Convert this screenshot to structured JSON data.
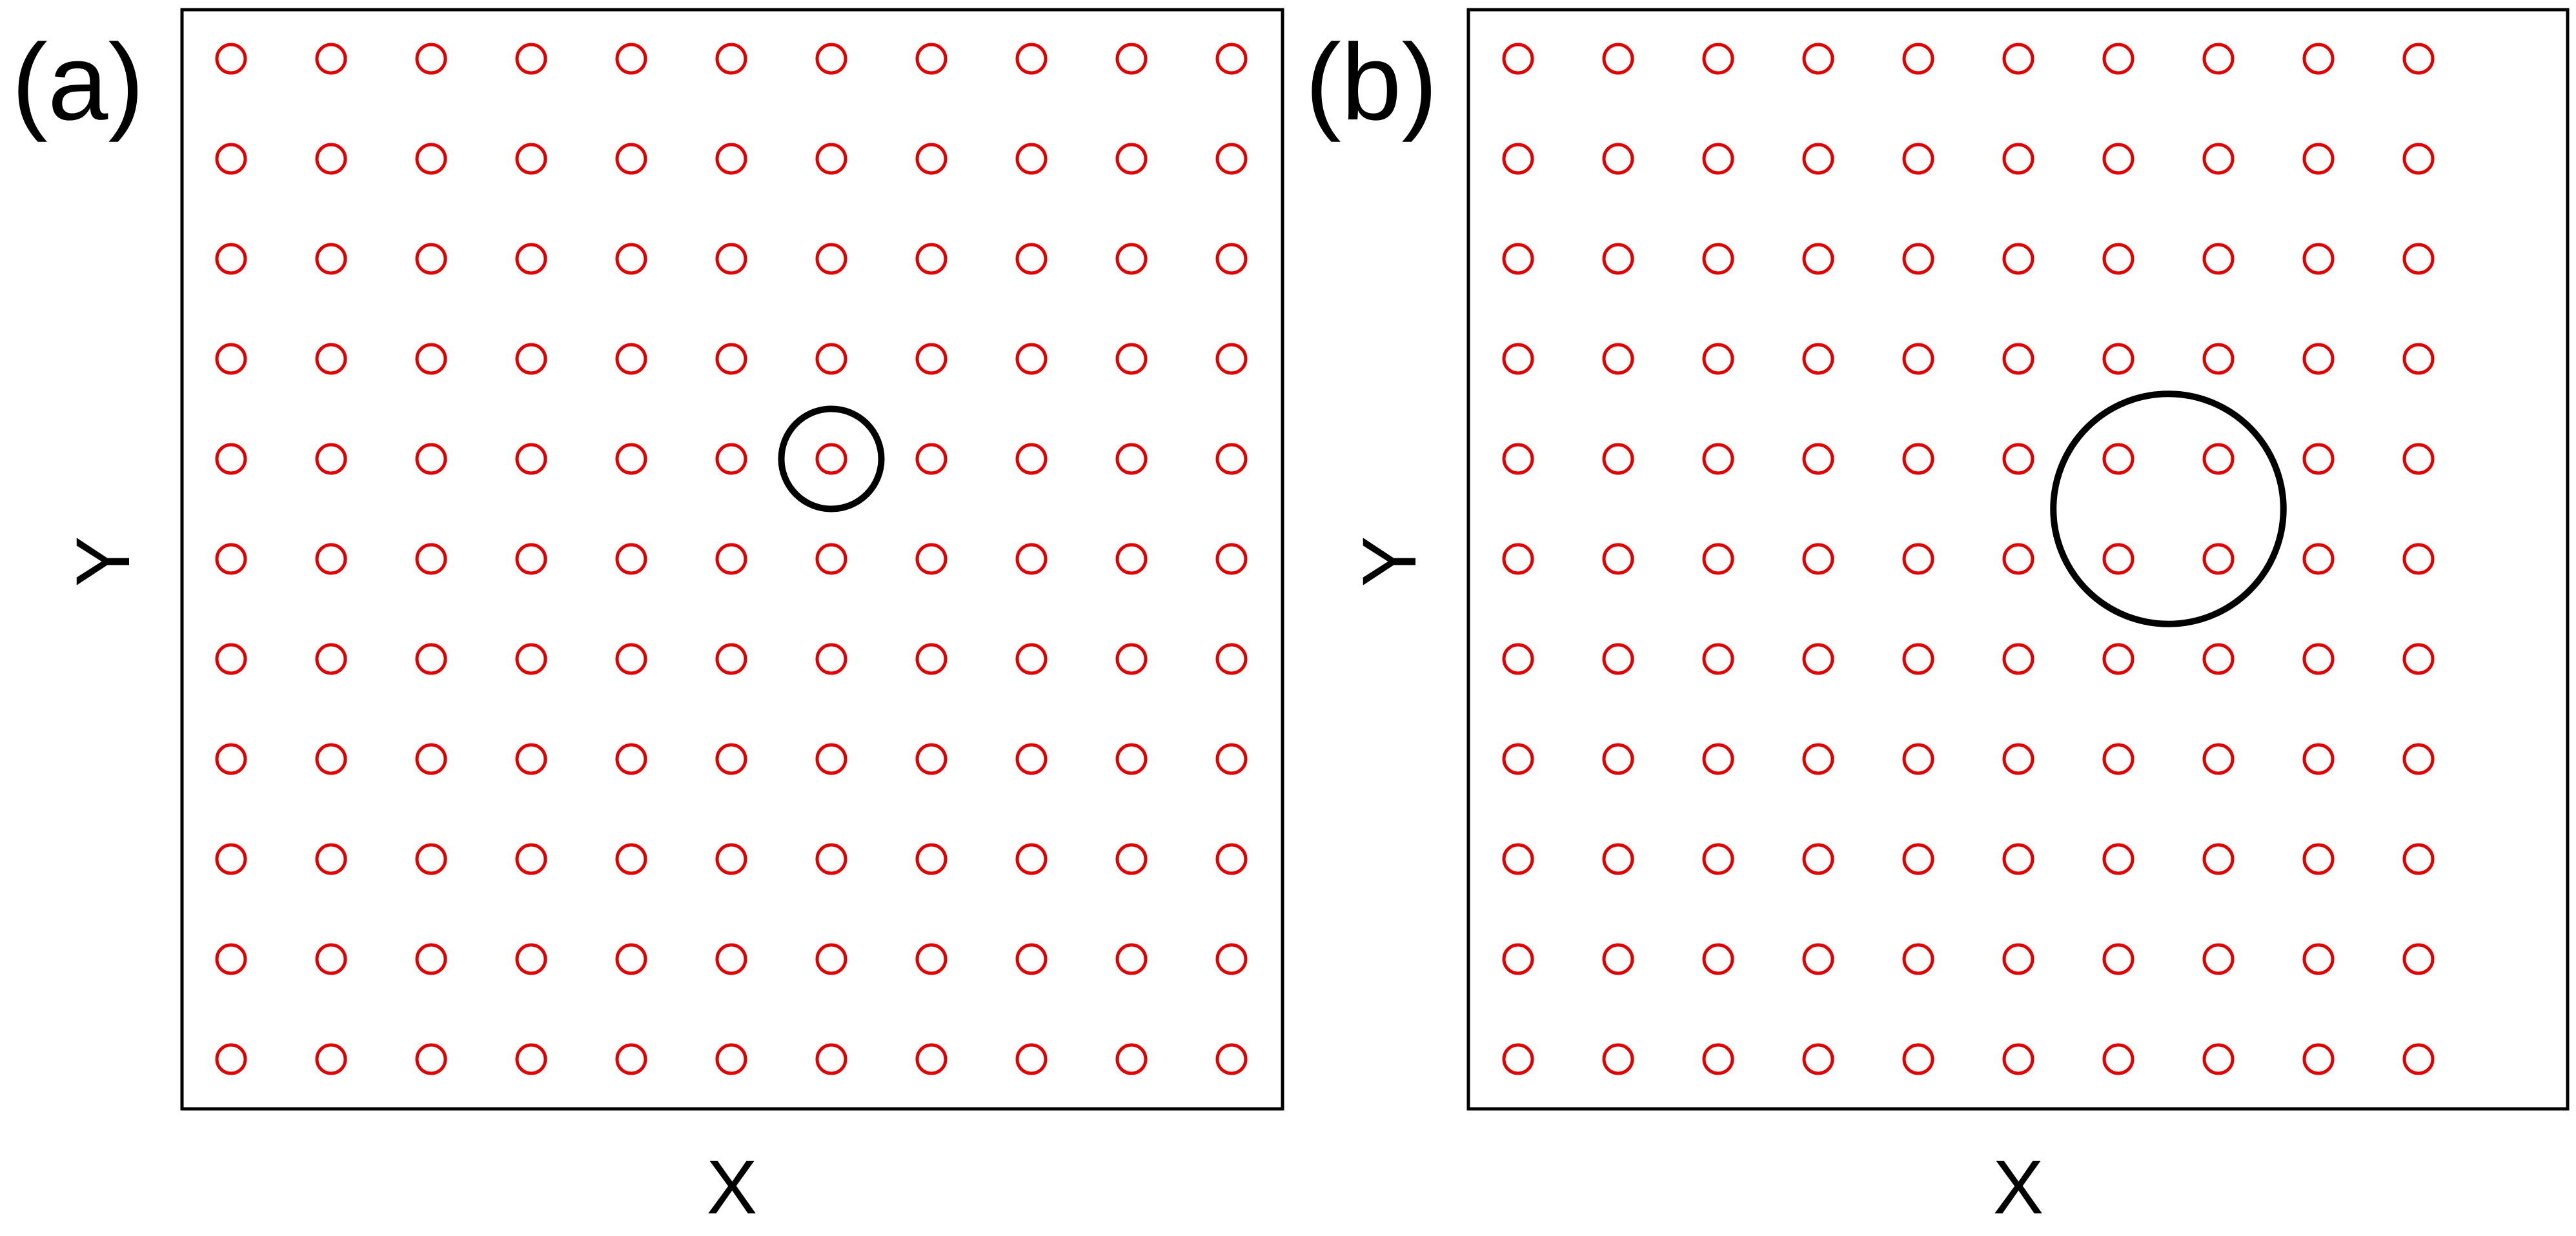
{
  "panels": [
    {
      "id": "a",
      "label": "(a)",
      "xlabel": "X",
      "ylabel": "Y",
      "grid": {
        "columns": 11,
        "rows": 11
      },
      "highlight": {
        "col_center": 6,
        "row_center": 4,
        "radius_in_spacings": 0.5
      }
    },
    {
      "id": "b",
      "label": "(b)",
      "xlabel": "X",
      "ylabel": "Y",
      "grid": {
        "columns": 10,
        "rows": 11
      },
      "highlight": {
        "col_center": 6.5,
        "row_center": 4.5,
        "radius_in_spacings": 1.15
      }
    }
  ],
  "colors": {
    "grid_point": "#e00000",
    "highlight": "#000000",
    "frame": "#000000"
  },
  "marker": "open-circle"
}
